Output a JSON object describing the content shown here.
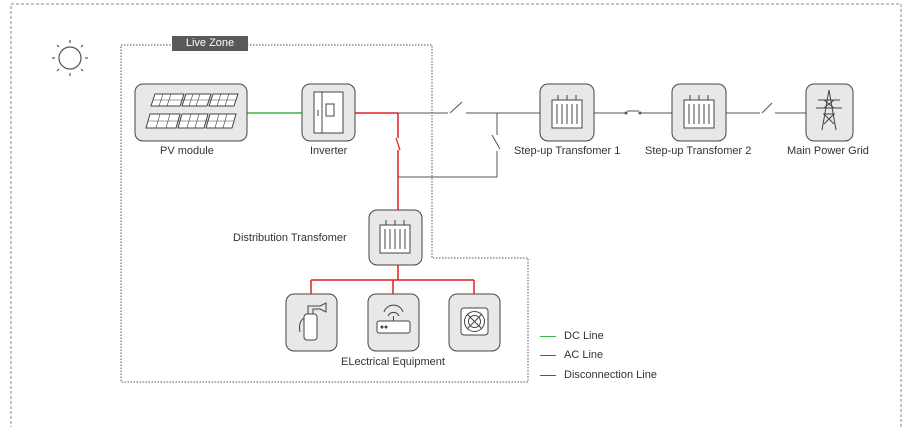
{
  "live_zone_label": "Live Zone",
  "components": {
    "pv_module": "PV module",
    "inverter": "Inverter",
    "step_up_1": "Step-up Transfomer 1",
    "step_up_2": "Step-up Transfomer 2",
    "main_grid": "Main Power Grid",
    "distribution_transformer": "Distribution Transfomer",
    "electrical_equipment": "ELectrical Equipment"
  },
  "legend": [
    {
      "label": "DC Line",
      "color": "#3cb44b"
    },
    {
      "label": "AC Line",
      "color": "#e02020"
    },
    {
      "label": "Disconnection Line",
      "color": "#555555"
    }
  ],
  "colors": {
    "dc": "#3cb44b",
    "ac": "#e02020",
    "disconnect": "#555555",
    "box_fill": "#e8e8e8",
    "box_stroke": "#444444",
    "zone_tag": "#595959"
  },
  "icons": [
    "sun-icon",
    "solar-panel-icon",
    "inverter-icon",
    "transformer-icon",
    "transmission-tower-icon",
    "fire-extinguisher-icon",
    "router-icon",
    "fan-icon"
  ]
}
